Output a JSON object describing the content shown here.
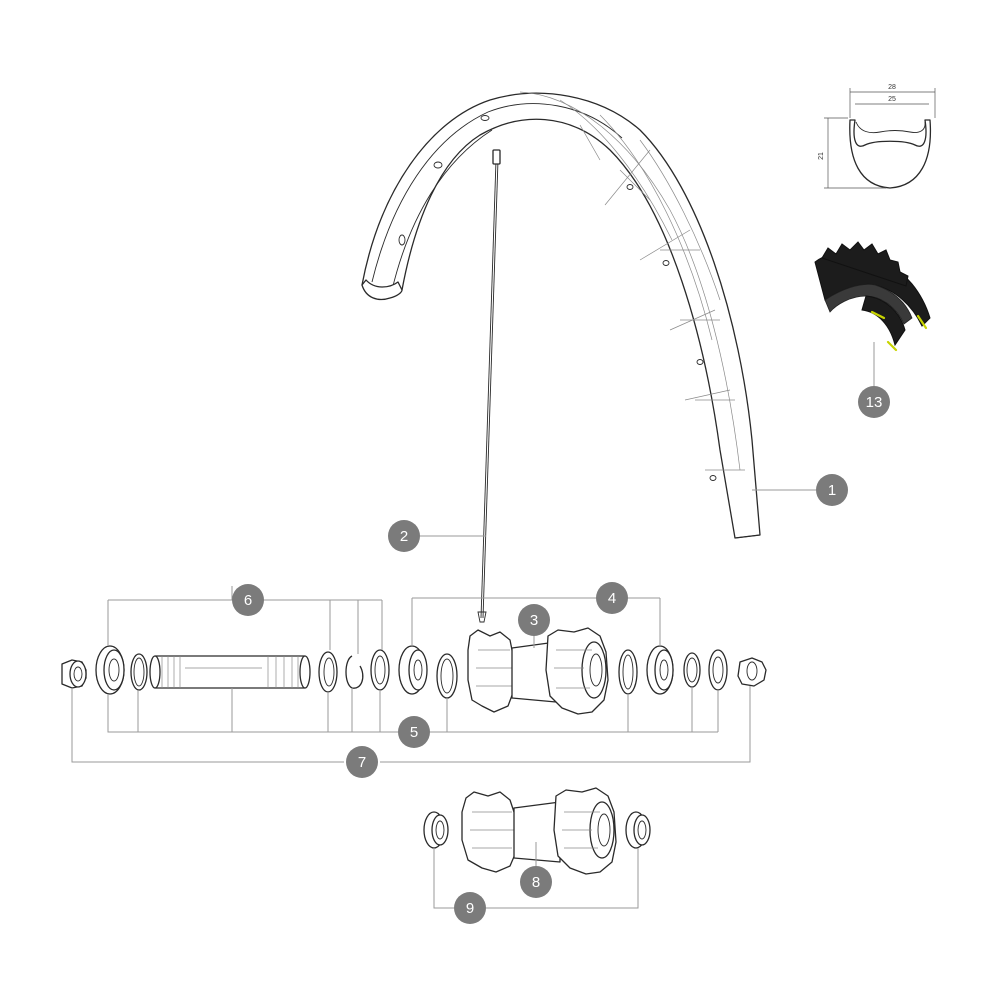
{
  "callouts": [
    {
      "id": "1",
      "label": "1"
    },
    {
      "id": "2",
      "label": "2"
    },
    {
      "id": "3",
      "label": "3"
    },
    {
      "id": "4",
      "label": "4"
    },
    {
      "id": "5",
      "label": "5"
    },
    {
      "id": "6",
      "label": "6"
    },
    {
      "id": "7",
      "label": "7"
    },
    {
      "id": "8",
      "label": "8"
    },
    {
      "id": "9",
      "label": "9"
    },
    {
      "id": "13",
      "label": "13"
    }
  ],
  "rim_profile": {
    "outer_width": "28",
    "inner_width": "25",
    "height": "21"
  },
  "colors": {
    "callout_fill": "#7b7b7b",
    "callout_text": "#ffffff",
    "line": "#2a2a2a",
    "leader": "#9a9a9a",
    "tyre": "#1c1c1c",
    "tyre_accent": "#c8d400"
  }
}
